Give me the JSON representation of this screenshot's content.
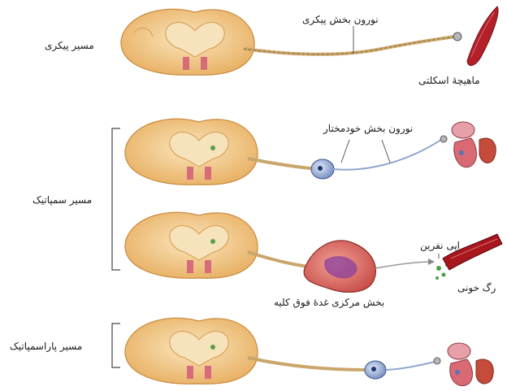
{
  "labels": {
    "somatic_path": "مسیر پیکری",
    "somatic_neuron": "نورون بخش پیکری",
    "skeletal_muscle": "ماهیچهٔ اسکلتی",
    "autonomic_neuron": "نورون بخش خودمختار",
    "sympathetic_path": "مسیر سمپاتیک",
    "epinephrine": "اپی نفرین",
    "blood_vessel": "رگ خونی",
    "adrenal_medulla": "بخش مرکزی غدهٔ فوق کلیه",
    "parasympathetic_path": "مسیر پاراسمپاتیک"
  },
  "colors": {
    "cord_outer": "#f2d29a",
    "cord_inner": "#e8a85a",
    "gray_matter": "#f7e7c4",
    "axon": "#c9a66b",
    "ganglion": "#9fb4d8",
    "adrenal": "#d9706a",
    "muscle": "#b3202a",
    "vessel": "#a8161e",
    "organ": "#d96a73"
  }
}
